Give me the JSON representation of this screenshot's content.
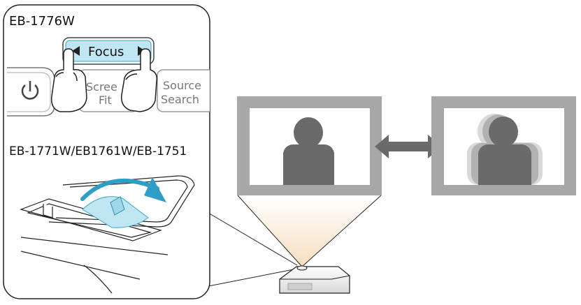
{
  "model_top": "EB-1776W",
  "model_bottom": "EB-1771W/EB1761W/EB-1751",
  "buttons": {
    "focus": "Focus",
    "screen_fit_line1": "Scree",
    "screen_fit_line2": "Fit",
    "source_search_line1": "Source",
    "source_search_line2": "Search"
  },
  "icons": {
    "power": "power-icon",
    "left": "left-arrow-icon",
    "right": "right-arrow-icon"
  },
  "colors": {
    "focus_button": "#bfe6f2",
    "focus_ring": "#3ba6c9",
    "screen_frame": "#a7a7a7",
    "silhouette": "#6a6a6a",
    "arrow": "#6a6a6a",
    "beam": "#f8e7cf"
  }
}
